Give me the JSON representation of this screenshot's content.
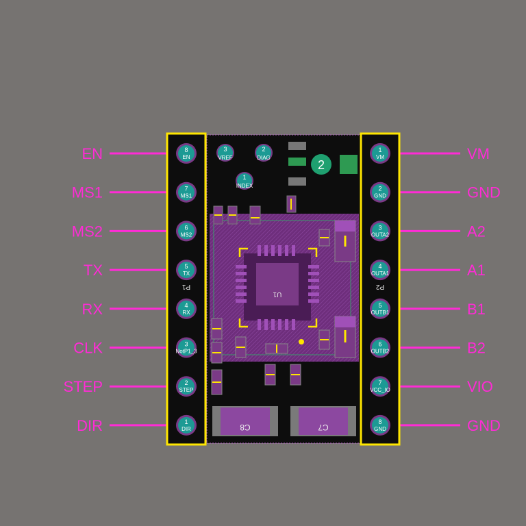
{
  "left_pins": [
    {
      "label": "EN",
      "num": "8",
      "name": "EN"
    },
    {
      "label": "MS1",
      "num": "7",
      "name": "MS1"
    },
    {
      "label": "MS2",
      "num": "6",
      "name": "MS2"
    },
    {
      "label": "TX",
      "num": "5",
      "name": "TX"
    },
    {
      "label": "RX",
      "num": "4",
      "name": "RX"
    },
    {
      "label": "CLK",
      "num": "3",
      "name": "NotP1_3"
    },
    {
      "label": "STEP",
      "num": "2",
      "name": "STEP"
    },
    {
      "label": "DIR",
      "num": "1",
      "name": "DIR"
    }
  ],
  "right_pins": [
    {
      "label": "VM",
      "num": "1",
      "name": "VM"
    },
    {
      "label": "GND",
      "num": "2",
      "name": "GND"
    },
    {
      "label": "A2",
      "num": "3",
      "name": "OUTA2"
    },
    {
      "label": "A1",
      "num": "4",
      "name": "OUTA1"
    },
    {
      "label": "B1",
      "num": "5",
      "name": "OUTB1"
    },
    {
      "label": "B2",
      "num": "6",
      "name": "OUTB2"
    },
    {
      "label": "VIO",
      "num": "7",
      "name": "VCC_IO"
    },
    {
      "label": "GND",
      "num": "8",
      "name": "GND"
    }
  ],
  "top_pads": [
    {
      "num": "3",
      "name": "VREF"
    },
    {
      "num": "2",
      "name": "DIAG"
    },
    {
      "num": "1",
      "name": "INDEX"
    }
  ],
  "designators": {
    "header_left": "P1",
    "header_right": "P2",
    "chip": "U1",
    "cap_left": "C8",
    "cap_right": "C7",
    "pot": "2"
  },
  "colors": {
    "background": "#767371",
    "label_magenta": "#ff2bd6",
    "header_outline": "#ffe600",
    "board": "#0d0d0d",
    "copper": "#7a3a86",
    "pad_teal": "#1c9a94"
  }
}
